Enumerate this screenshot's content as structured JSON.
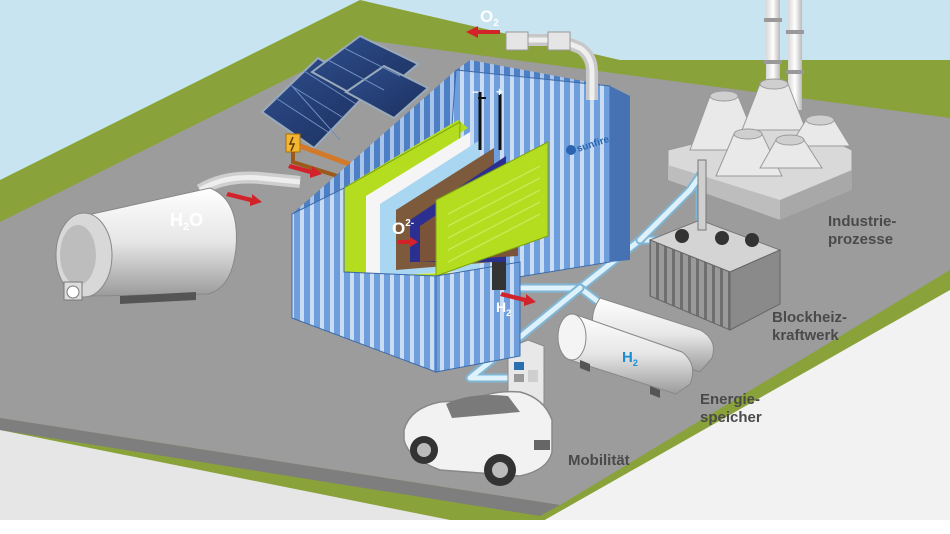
{
  "labels": {
    "water": "H",
    "water_sub": "2",
    "water_o": "O",
    "oxygen": "O",
    "oxygen_sub": "2",
    "oxide_ion": "O",
    "oxide_sup": "2-",
    "hydrogen_out": "H",
    "hydrogen_out_sub": "2",
    "tank_h2": "H",
    "tank_h2_sub": "2",
    "brand": "sunfire",
    "minus": "−",
    "plus": "+",
    "industry_line1": "Industrie-",
    "industry_line2": "prozesse",
    "chp_line1": "Blockheiz-",
    "chp_line2": "kraftwerk",
    "storage_line1": "Energie-",
    "storage_line2": "speicher",
    "mobility": "Mobilität"
  },
  "colors": {
    "sky": "#bfe0ee",
    "grass": "#8aa23a",
    "pad": "#9c9c9c",
    "container_blue": "#5a8fd2",
    "pipe": "#d6eefa",
    "arrow_red": "#d3232a"
  }
}
